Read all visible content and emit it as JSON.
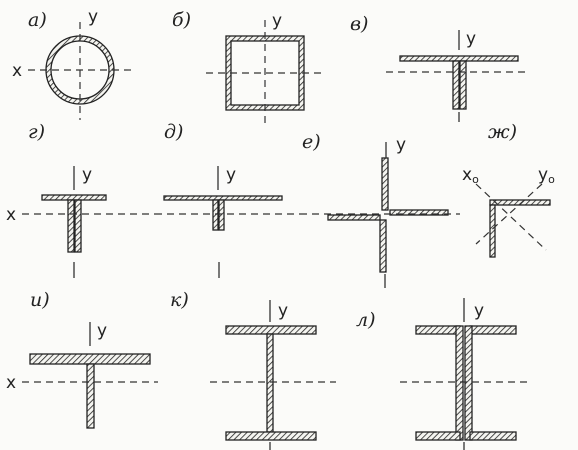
{
  "panels": [
    {
      "id": "a",
      "label": "а)"
    },
    {
      "id": "b",
      "label": "б)"
    },
    {
      "id": "v",
      "label": "в)"
    },
    {
      "id": "g",
      "label": "г)"
    },
    {
      "id": "d",
      "label": "д)"
    },
    {
      "id": "e",
      "label": "е)"
    },
    {
      "id": "zh",
      "label": "ж)"
    },
    {
      "id": "i",
      "label": "и)"
    },
    {
      "id": "k",
      "label": "к)"
    },
    {
      "id": "l",
      "label": "л)"
    }
  ],
  "axes": {
    "x": "x",
    "y": "y",
    "x0_main": "x",
    "x0_sub": "o",
    "y0_main": "y",
    "y0_sub": "o"
  }
}
